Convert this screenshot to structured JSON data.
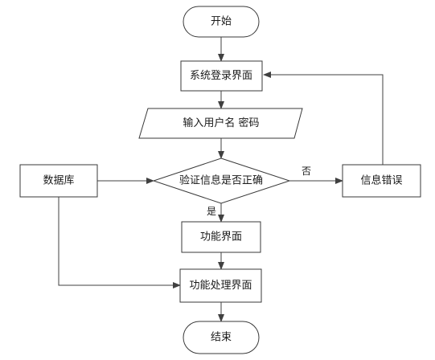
{
  "flowchart": {
    "nodes": {
      "start": "开始",
      "login": "系统登录界面",
      "input": "输入用户名 密码",
      "verify": "验证信息是否正确",
      "database": "数据库",
      "error": "信息错误",
      "function": "功能界面",
      "process": "功能处理界面",
      "end": "结束"
    },
    "edge_labels": {
      "no": "否",
      "yes": "是"
    }
  }
}
